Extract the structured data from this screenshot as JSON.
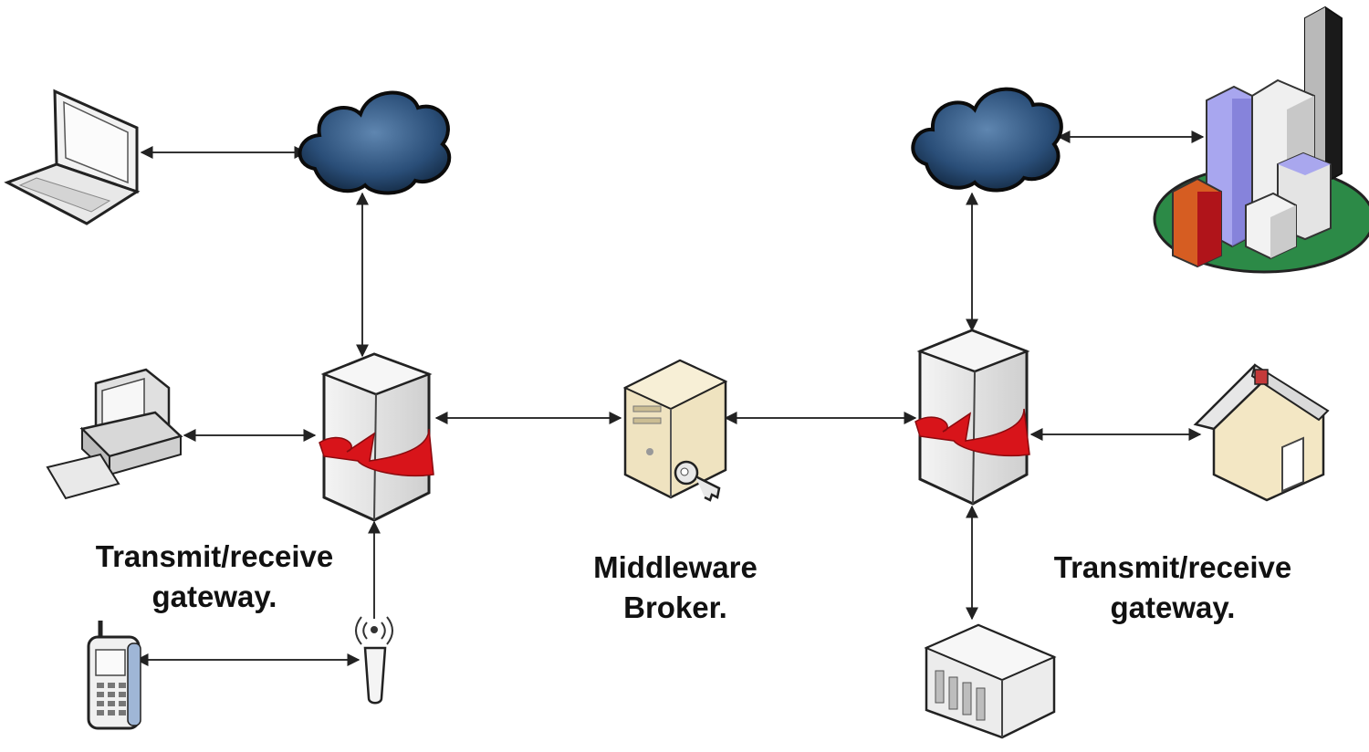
{
  "labels": {
    "left_gateway": {
      "line1": "Transmit/receive",
      "line2": "gateway."
    },
    "middleware": {
      "line1": "Middleware",
      "line2": "Broker."
    },
    "right_gateway": {
      "line1": "Transmit/receive",
      "line2": "gateway."
    }
  },
  "nodes": {
    "laptop": "laptop-icon",
    "cloud_left": "cloud-icon",
    "desktop": "desktop-computer-icon",
    "gateway_left": "gateway-server-icon",
    "mobile": "mobile-phone-icon",
    "antenna": "wireless-antenna-icon",
    "broker": "broker-server-icon",
    "cloud_right": "cloud-icon",
    "city": "city-buildings-icon",
    "gateway_right": "gateway-server-icon",
    "house": "house-icon",
    "factory": "factory-icon"
  },
  "colors": {
    "connector": "#333333",
    "cloud": "#1f3f63",
    "gateway_band": "#d8141a",
    "broker_body": "#efe3c0"
  }
}
